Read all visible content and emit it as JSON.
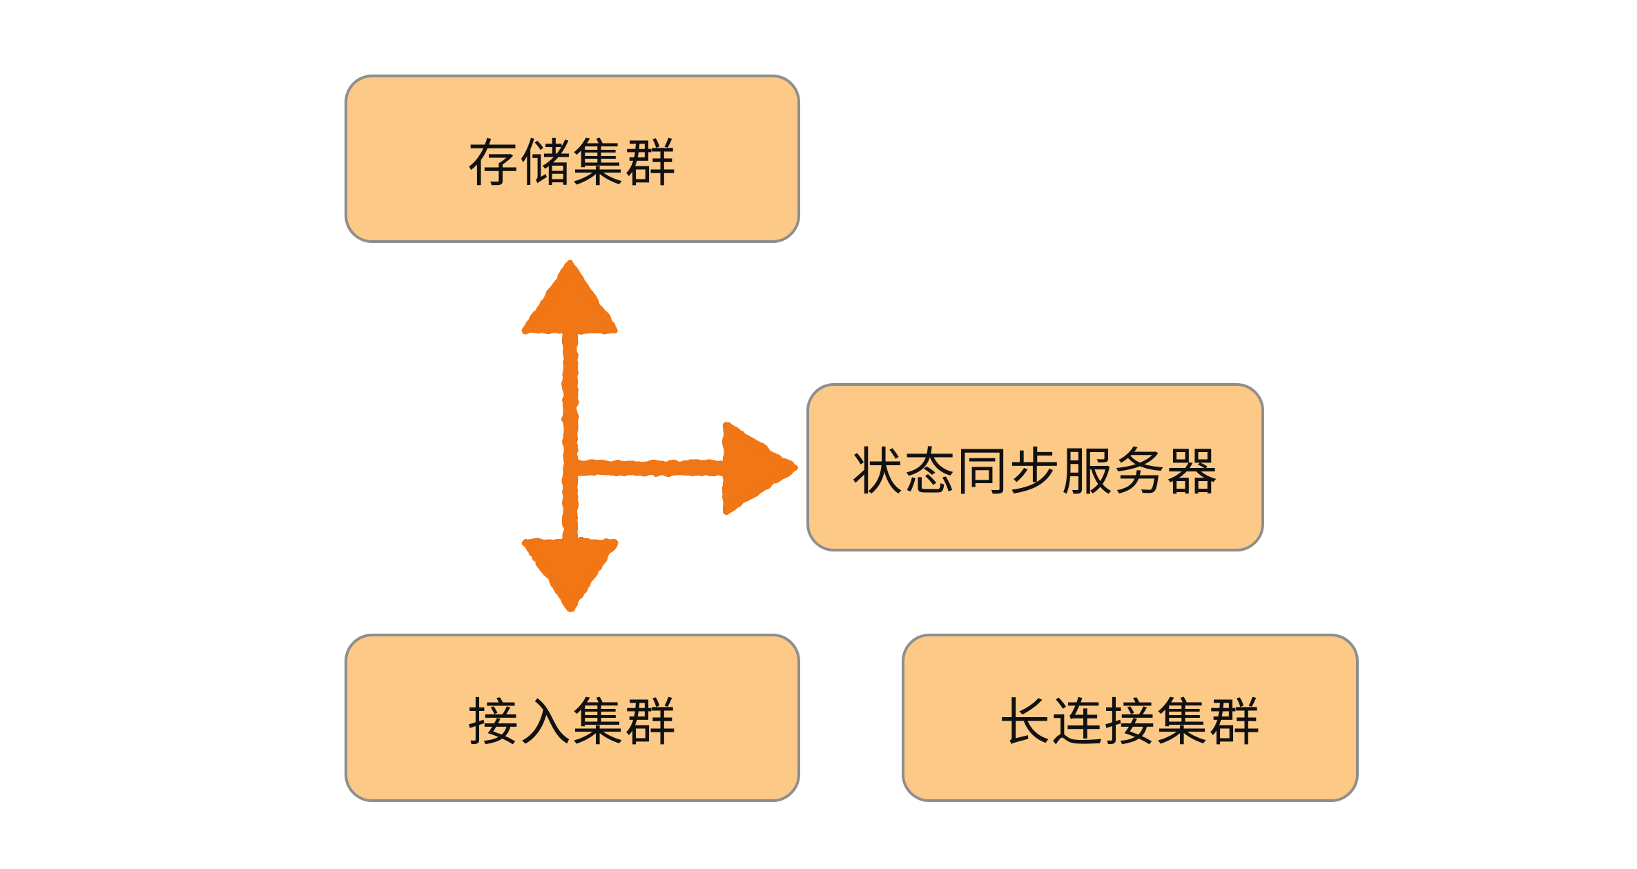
{
  "diagram": {
    "nodes": {
      "storage": {
        "label": "存储集群"
      },
      "state_sync": {
        "label": "状态同步服务器"
      },
      "access": {
        "label": "接入集群"
      },
      "long_conn": {
        "label": "长连接集群"
      }
    },
    "edges": [
      {
        "from": "junction",
        "to": "storage",
        "direction": "up"
      },
      {
        "from": "junction",
        "to": "state_sync",
        "direction": "right"
      },
      {
        "from": "junction",
        "to": "access",
        "direction": "down"
      }
    ],
    "colors": {
      "node_fill": "#fdc986",
      "node_border": "#8e8e8e",
      "arrow": "#f07612",
      "text": "#111111",
      "background": "#ffffff"
    }
  }
}
